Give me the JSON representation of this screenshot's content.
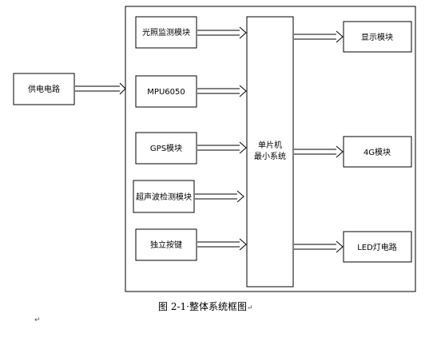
{
  "diagram": {
    "power": "供电电路",
    "mcu_line1": "单片机",
    "mcu_line2": "最小系统",
    "inputs": [
      "光照监测模块",
      "MPU6050",
      "GPS模块",
      "超声波检测模块",
      "独立按键"
    ],
    "outputs": [
      "显示模块",
      "4G模块",
      "LED灯电路"
    ]
  },
  "caption": {
    "text": "图 2-1·整体系统框图",
    "return_mark": "↵"
  },
  "paragraph_mark": "↵"
}
